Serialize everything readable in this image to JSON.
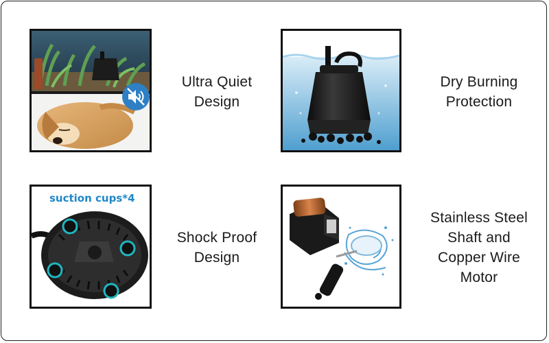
{
  "colors": {
    "border": "#111111",
    "text": "#1a1a1a",
    "accent_blue": "#1e88c8",
    "cup_ring": "#1fb7c2",
    "water": "#5aa9d8"
  },
  "features": [
    {
      "id": "quiet",
      "lines": [
        "Ultra Quiet",
        "Design"
      ],
      "image_icon": "sound-muted-icon"
    },
    {
      "id": "dry",
      "lines": [
        "Dry Burning",
        "Protection"
      ],
      "image_icon": "submerged-pump"
    },
    {
      "id": "shock",
      "lines": [
        "Shock Proof",
        "Design"
      ],
      "image_caption": "suction cups*4"
    },
    {
      "id": "motor",
      "lines": [
        "Stainless Steel",
        "Shaft and",
        "Copper Wire",
        "Motor"
      ],
      "image_icon": "copper-coil-rotor"
    }
  ]
}
